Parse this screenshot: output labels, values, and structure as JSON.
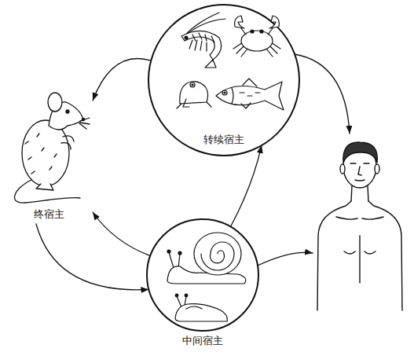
{
  "diagram": {
    "nodes": [
      {
        "text": [
          "转续宿主"
        ]
      },
      {
        "text": [
          "终宿主"
        ]
      },
      {
        "text": [
          "中间宿主"
        ]
      }
    ],
    "edges": [
      {
        "from": 0,
        "to": 1,
        "arrow": "to"
      },
      {
        "from": 1,
        "to": 2,
        "arrow": "to"
      },
      {
        "from": 2,
        "to": 1,
        "arrow": "to"
      },
      {
        "from": 2,
        "to": 0,
        "arrow": "to"
      }
    ]
  }
}
